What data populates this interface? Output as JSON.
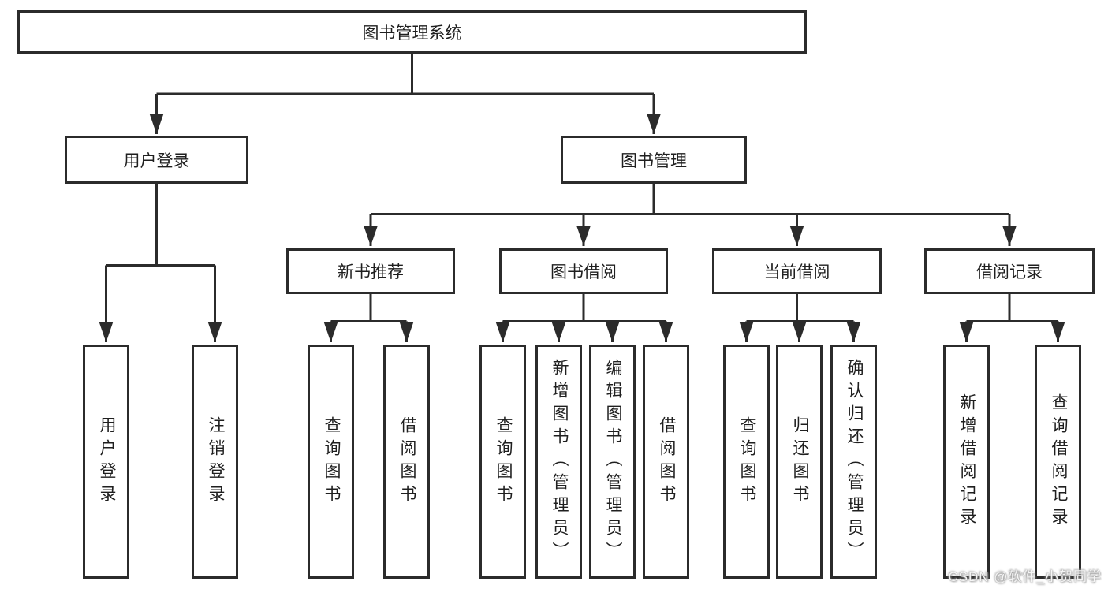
{
  "tree": {
    "root": {
      "label": "图书管理系统"
    },
    "user_login": {
      "label": "用户登录",
      "children": [
        "用户登录",
        "注销登录"
      ]
    },
    "book_management": {
      "label": "图书管理"
    },
    "new_book_recommend": {
      "label": "新书推荐",
      "children": [
        "查询图书",
        "借阅图书"
      ]
    },
    "book_borrowing": {
      "label": "图书借阅",
      "children": [
        "查询图书",
        "新增图书（管理员）",
        "编辑图书（管理员）",
        "借阅图书"
      ]
    },
    "current_borrowing": {
      "label": "当前借阅",
      "children": [
        "查询图书",
        "归还图书",
        "确认归还（管理员）"
      ]
    },
    "borrowing_records": {
      "label": "借阅记录",
      "children": [
        "新增借阅记录",
        "查询借阅记录"
      ]
    }
  },
  "watermark": "CSDN @软件_小贺同学",
  "colors": {
    "line": "#2b2b2b",
    "text": "#1f1f1f",
    "background": "#ffffff",
    "watermark": "#f5f5f5"
  }
}
